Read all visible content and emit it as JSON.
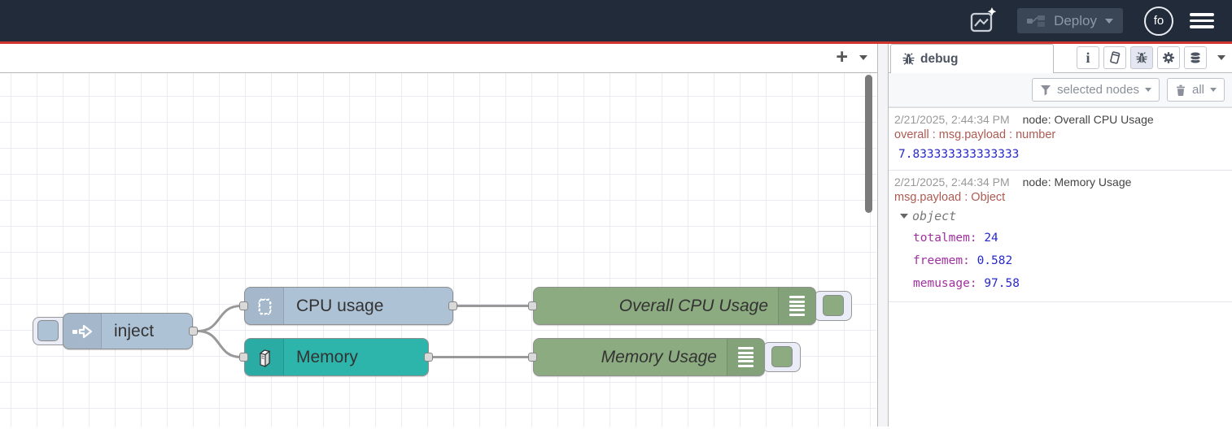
{
  "header": {
    "deploy": {
      "label": "Deploy"
    },
    "avatar": {
      "label": "fo"
    }
  },
  "workspace": {
    "add_tab_label": "+",
    "nodes": {
      "inject": {
        "label": "inject"
      },
      "cpu": {
        "label": "CPU usage"
      },
      "memory": {
        "label": "Memory"
      },
      "debug_cpu": {
        "label": "Overall CPU Usage"
      },
      "debug_mem": {
        "label": "Memory Usage"
      }
    }
  },
  "sidebar": {
    "tab": {
      "label": "debug"
    },
    "filter_button": {
      "label": "selected nodes"
    },
    "clear_button": {
      "label": "all"
    },
    "messages": [
      {
        "timestamp": "2/21/2025, 2:44:34 PM",
        "source": "node: Overall CPU Usage",
        "property": "overall : msg.payload : number",
        "value": "7.833333333333333"
      },
      {
        "timestamp": "2/21/2025, 2:44:34 PM",
        "source": "node: Memory Usage",
        "property": "msg.payload : Object",
        "tree_label": "object",
        "entries": [
          {
            "key": "totalmem",
            "value": "24"
          },
          {
            "key": "freemem",
            "value": "0.582"
          },
          {
            "key": "memusage",
            "value": "97.58"
          }
        ]
      }
    ]
  },
  "colors": {
    "header_bg": "#212b3a",
    "accent_red": "#cf352e",
    "node_inject_cpu": "#aec2d6",
    "node_memory": "#2db5ac",
    "node_debug": "#8cab80",
    "wire": "#999999",
    "debug_property": "#ad5a52",
    "debug_value": "#2828cc",
    "debug_key": "#a0309f",
    "timestamp": "#999999"
  }
}
